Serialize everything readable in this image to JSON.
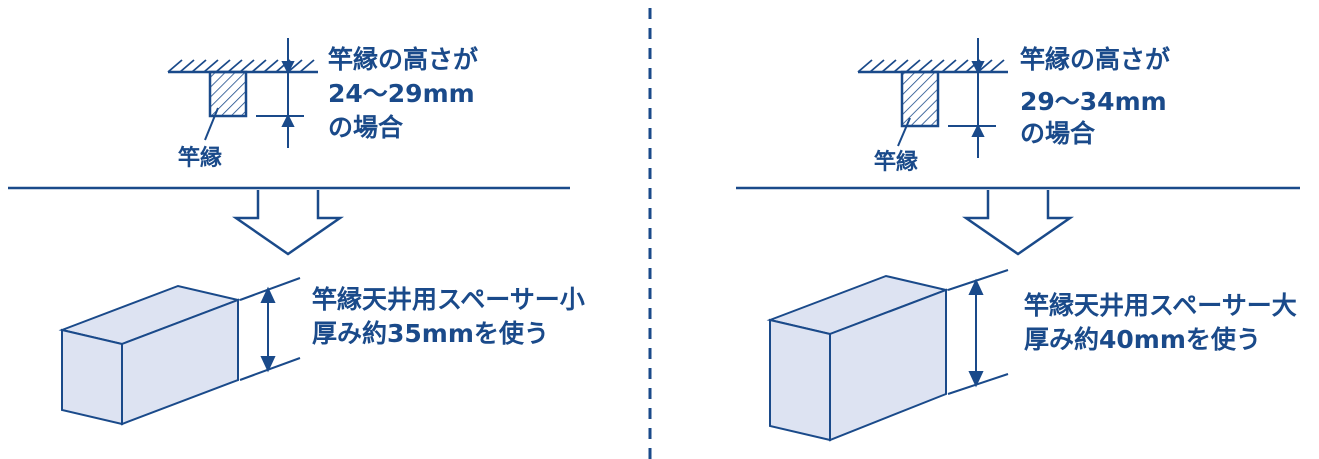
{
  "colors": {
    "stroke": "#1a4a8a",
    "box_fill": "#dde3f2",
    "text": "#1a4a8a"
  },
  "panels": [
    {
      "frame_label": "竿縁",
      "height_line1": "竿縁の高さが",
      "height_line2": "24〜29mm",
      "height_line3": "の場合",
      "spacer_line1": "竿縁天井用スペーサー小",
      "spacer_line2": "厚み約35mmを使う"
    },
    {
      "frame_label": "竿縁",
      "height_line1": "竿縁の高さが",
      "height_line2": "29〜34mm",
      "height_line3": "の場合",
      "spacer_line1": "竿縁天井用スペーサー大",
      "spacer_line2": "厚み約40mmを使う"
    }
  ]
}
